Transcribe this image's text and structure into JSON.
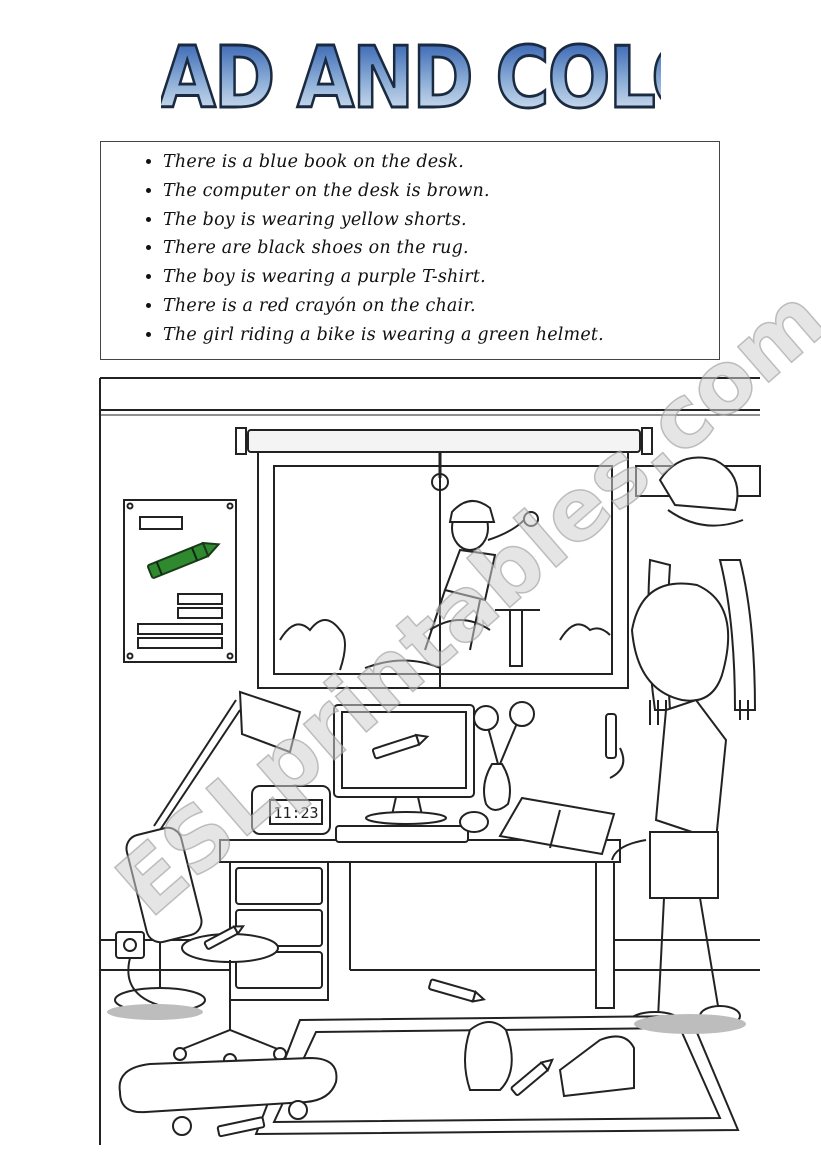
{
  "title": "READ AND COLOR",
  "sentences": [
    "There is a blue book on the desk.",
    "The computer on the desk is brown.",
    "The boy is wearing yellow shorts.",
    "There are black shoes on the rug.",
    "The boy is wearing a purple T-shirt.",
    "There is a red crayón on the chair.",
    "The girl riding a bike is wearing a green helmet."
  ],
  "clock_time": "11:23",
  "watermark": "ESLprintables.com",
  "colors": {
    "title_top": "#1f4fa8",
    "title_bottom": "#e8eef5",
    "crayon": "#2f8a2f"
  }
}
